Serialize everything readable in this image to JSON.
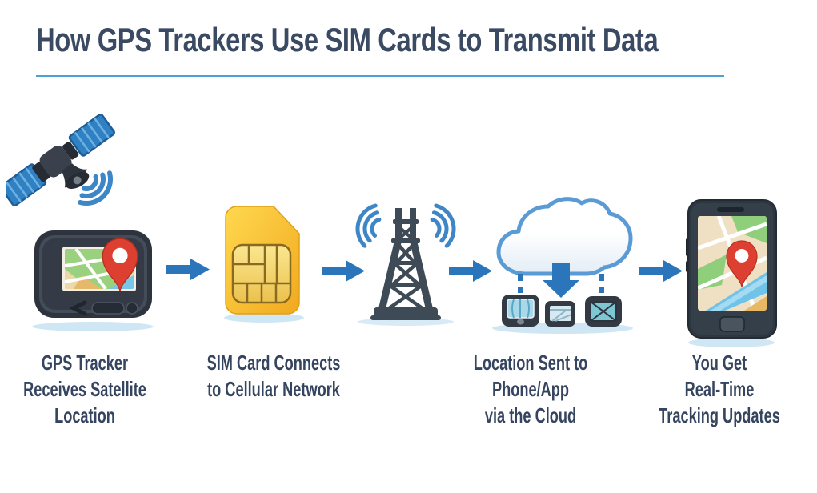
{
  "title": "How GPS Trackers Use SIM Cards to Transmit Data",
  "steps": [
    {
      "icons": [
        "satellite-icon",
        "gps-tracker-icon"
      ],
      "label": "GPS Tracker\nReceives Satellite\nLocation"
    },
    {
      "icons": [
        "sim-card-icon"
      ],
      "label": "SIM Card Connects\nto Cellular Network"
    },
    {
      "icons": [
        "cell-tower-icon",
        "cloud-download-icon",
        "connected-devices-icon"
      ],
      "label": "Location Sent to Phone/App\nvia the Cloud"
    },
    {
      "icons": [
        "smartphone-map-icon"
      ],
      "label": "You Get\nReal-Time\nTracking Updates"
    }
  ],
  "connectors": {
    "icon": "right-arrow-icon",
    "count": 4
  },
  "colors": {
    "title_text": "#3b4a63",
    "label_text": "#36455f",
    "underline": "#4ba1d8",
    "arrow_blue": "#2b76ba",
    "signal_blue": "#3b87c8",
    "sim_yellow": "#fdc826",
    "chip_gold": "#f3d66b",
    "pin_red": "#dd4030",
    "tower_slate": "#3e4a56",
    "device_dark": "#333a44",
    "cloud_outline": "#5b9bd5",
    "shadow_blue": "#cfe6f5",
    "map_green": "#9ad17f",
    "map_tan": "#ecd9a8",
    "map_water": "#79c7e8"
  }
}
